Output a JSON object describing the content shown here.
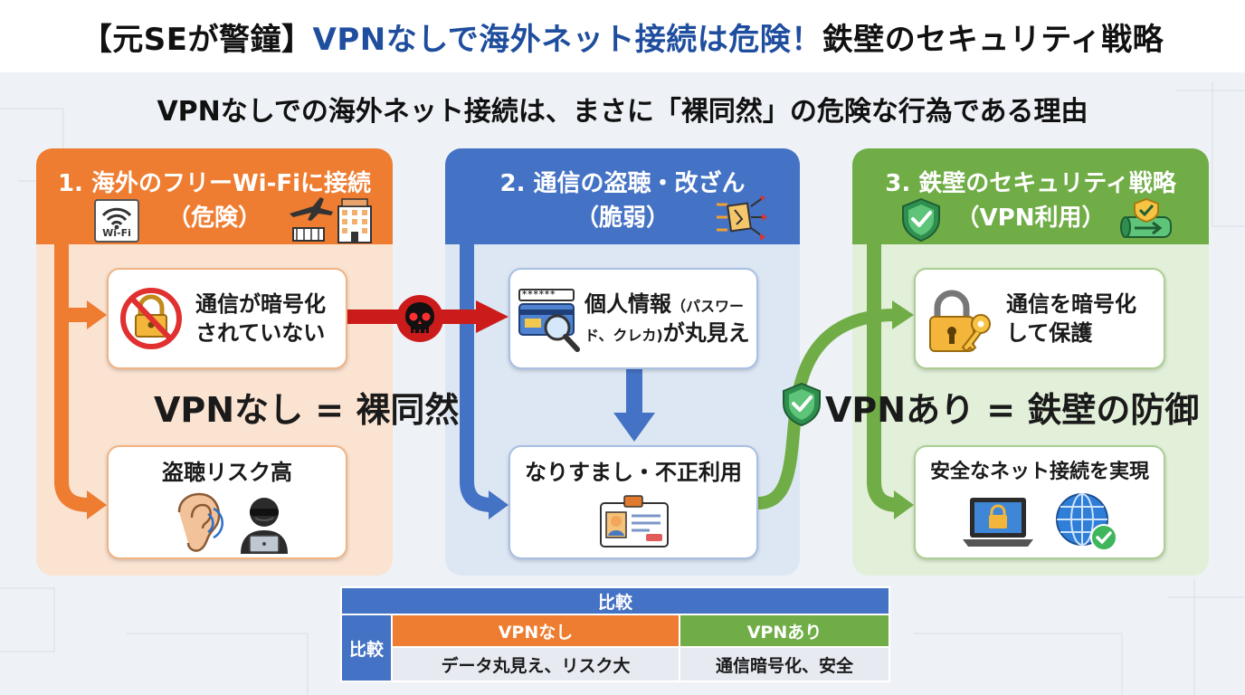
{
  "title": {
    "part1": "【元SEが警鐘】",
    "part2": "VPNなしで海外ネット接続は危険！",
    "part3": "鉄壁のセキュリティ戦略"
  },
  "subtitle": "VPNなしでの海外ネット接続は、まさに「裸同然」の危険な行為である理由",
  "panels": [
    {
      "title": "1. 海外のフリーWi-Fiに接続",
      "sub": "（危険）",
      "wifi_label": "Wi-Fi",
      "box1": [
        "通信が暗号化",
        "されていない"
      ],
      "box2": "盗聴リスク高"
    },
    {
      "title": "2. 通信の盗聴・改ざん",
      "sub": "（脆弱）",
      "box1_main": "個人情報",
      "box1_paren": "（パスワー",
      "box1_line2a": "ド、クレカ)",
      "box1_line2b": "が丸見え",
      "password_mask": "******",
      "box2": "なりすまし・不正利用"
    },
    {
      "title": "3. 鉄壁のセキュリティ戦略",
      "sub": "（VPN利用）",
      "box1": [
        "通信を暗号化",
        "して保護"
      ],
      "box2": "安全なネット接続を実現"
    }
  ],
  "center_labels": {
    "without": "VPNなし = 裸同然",
    "with": "VPNあり = 鉄壁の防御"
  },
  "comparison": {
    "header": "比較",
    "row_label": "比較",
    "col_without": "VPNなし",
    "col_with": "VPNあり",
    "val_without": "データ丸見え、リスク大",
    "val_with": "通信暗号化、安全"
  },
  "colors": {
    "orange": "#ee7d31",
    "blue": "#4472c4",
    "green": "#70ad47",
    "red": "#cc1b1b",
    "title_blue": "#1f4e9e"
  }
}
